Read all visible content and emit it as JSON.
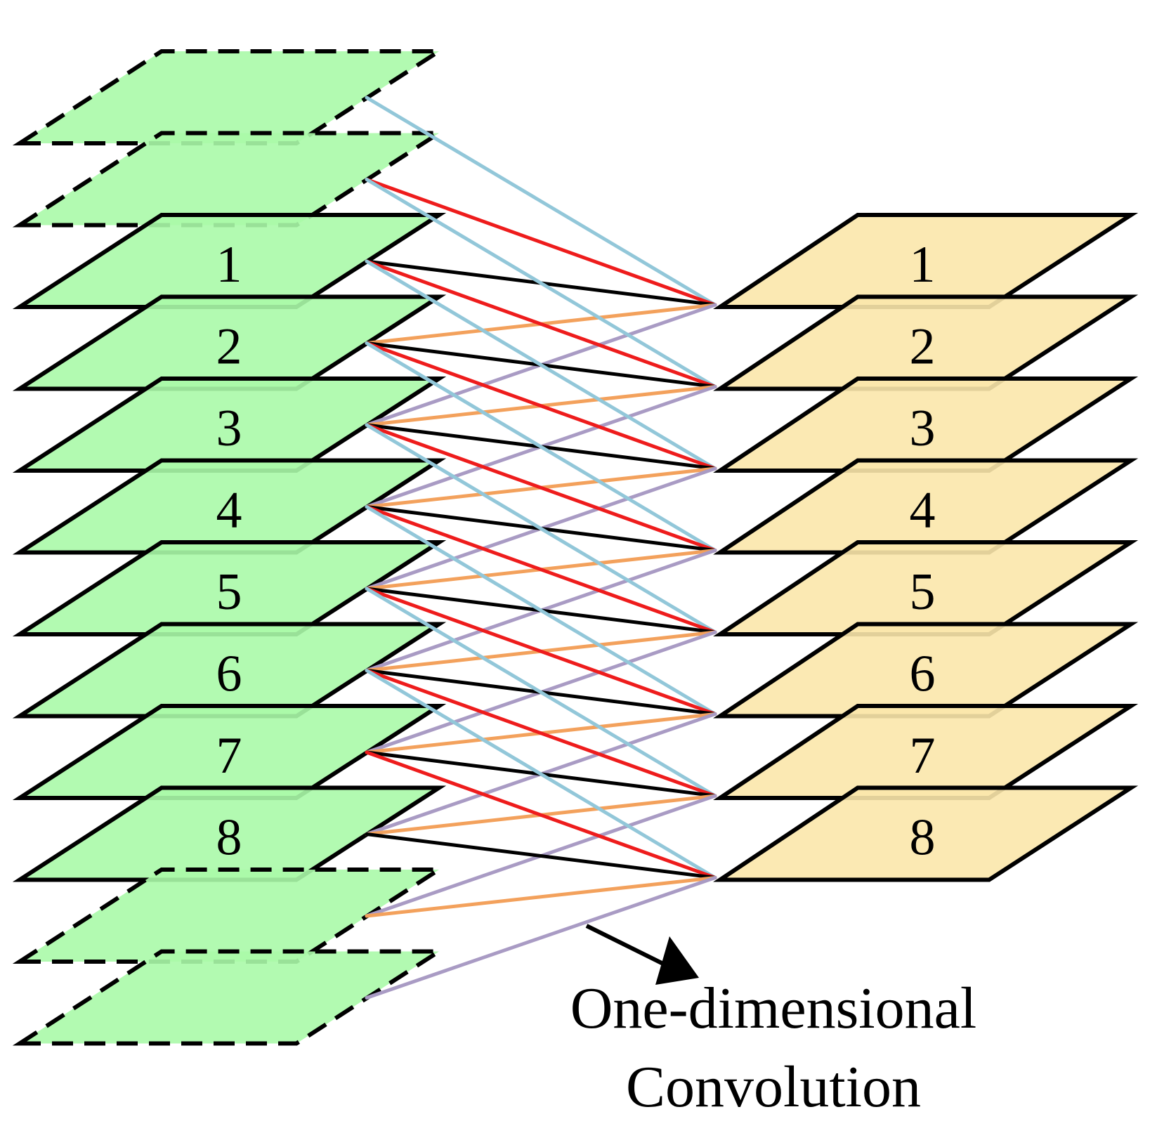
{
  "input_layers": {
    "labels": [
      "1",
      "2",
      "3",
      "4",
      "5",
      "6",
      "7",
      "8"
    ],
    "padding_above": 2,
    "padding_below": 2,
    "fill": "#aaf9a8"
  },
  "output_layers": {
    "labels": [
      "1",
      "2",
      "3",
      "4",
      "5",
      "6",
      "7",
      "8"
    ],
    "fill": "#fbe7ab"
  },
  "kernel": {
    "size": 5,
    "tap_colors": [
      "#92c7d9",
      "#ee1c1c",
      "#000000",
      "#f3a15c",
      "#a99bc4"
    ]
  },
  "caption": {
    "line1": "One-dimensional",
    "line2": "Convolution"
  }
}
